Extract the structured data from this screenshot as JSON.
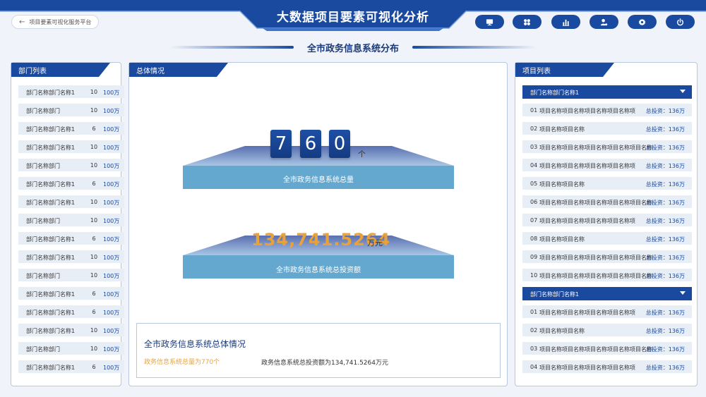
{
  "header": {
    "title": "大数据项目要素可视化分析",
    "back_label": "项目要素可视化服务平台",
    "colors": {
      "primary": "#1a4aa0",
      "accent": "#e9a23b"
    },
    "buttons": [
      {
        "icon": "monitor-icon"
      },
      {
        "icon": "apps-icon"
      },
      {
        "icon": "bar-chart-icon"
      },
      {
        "icon": "user-settings-icon"
      },
      {
        "icon": "gear-icon"
      },
      {
        "icon": "power-icon"
      }
    ]
  },
  "subtitle": "全市政务信息系统分布",
  "dept_panel": {
    "title": "部门列表",
    "rows": [
      {
        "name": "部门名称部门名称1",
        "count": "10",
        "amount": "100万"
      },
      {
        "name": "部门名称部门",
        "count": "10",
        "amount": "100万"
      },
      {
        "name": "部门名称部门名称1",
        "count": "6",
        "amount": "100万"
      },
      {
        "name": "部门名称部门名称1",
        "count": "10",
        "amount": "100万"
      },
      {
        "name": "部门名称部门",
        "count": "10",
        "amount": "100万"
      },
      {
        "name": "部门名称部门名称1",
        "count": "6",
        "amount": "100万"
      },
      {
        "name": "部门名称部门名称1",
        "count": "10",
        "amount": "100万"
      },
      {
        "name": "部门名称部门",
        "count": "10",
        "amount": "100万"
      },
      {
        "name": "部门名称部门名称1",
        "count": "6",
        "amount": "100万"
      },
      {
        "name": "部门名称部门名称1",
        "count": "10",
        "amount": "100万"
      },
      {
        "name": "部门名称部门",
        "count": "10",
        "amount": "100万"
      },
      {
        "name": "部门名称部门名称1",
        "count": "6",
        "amount": "100万"
      },
      {
        "name": "部门名称部门名称1",
        "count": "6",
        "amount": "100万"
      },
      {
        "name": "部门名称部门名称1",
        "count": "10",
        "amount": "100万"
      },
      {
        "name": "部门名称部门",
        "count": "10",
        "amount": "100万"
      },
      {
        "name": "部门名称部门名称1",
        "count": "6",
        "amount": "100万"
      }
    ]
  },
  "overview": {
    "title": "总体情况",
    "total_digits": [
      "7",
      "6",
      "0"
    ],
    "total_unit": "个",
    "total_label": "全市政务信息系统总量",
    "invest_value": "134,741.5264",
    "invest_unit": "万元",
    "invest_label": "全市政务信息系统总投资额",
    "summary_title": "全市政务信息系统总体情况",
    "summary_left": "政务信息系统总量为770个",
    "summary_right": "政务信息系统总投资额为134,741.5264万元"
  },
  "project_panel": {
    "title": "项目列表",
    "groups": [
      {
        "name": "部门名称部门名称1",
        "items": [
          {
            "idx": "01",
            "name": "项目名称项目名称项目名称项目名称项",
            "invest": "总投资：136万"
          },
          {
            "idx": "02",
            "name": "项目名称项目名称",
            "invest": "总投资：136万"
          },
          {
            "idx": "03",
            "name": "项目名称项目名称项目名称项目名称项目名称",
            "invest": "总投资：136万"
          },
          {
            "idx": "04",
            "name": "项目名称项目名称项目名称项目名称项",
            "invest": "总投资：136万"
          },
          {
            "idx": "05",
            "name": "项目名称项目名称",
            "invest": "总投资：136万"
          },
          {
            "idx": "06",
            "name": "项目名称项目名称项目名称项目名称项目名称",
            "invest": "总投资：136万"
          },
          {
            "idx": "07",
            "name": "项目名称项目名称项目名称项目名称项",
            "invest": "总投资：136万"
          },
          {
            "idx": "08",
            "name": "项目名称项目名称",
            "invest": "总投资：136万"
          },
          {
            "idx": "09",
            "name": "项目名称项目名称项目名称项目名称项目名称",
            "invest": "总投资：136万"
          },
          {
            "idx": "10",
            "name": "项目名称项目名称项目名称项目名称项目名称",
            "invest": "总投资：136万"
          }
        ]
      },
      {
        "name": "部门名称部门名称1",
        "items": [
          {
            "idx": "01",
            "name": "项目名称项目名称项目名称项目名称项",
            "invest": "总投资：136万"
          },
          {
            "idx": "02",
            "name": "项目名称项目名称",
            "invest": "总投资：136万"
          },
          {
            "idx": "03",
            "name": "项目名称项目名称项目名称项目名称项目名称",
            "invest": "总投资：136万"
          },
          {
            "idx": "04",
            "name": "项目名称项目名称项目名称项目名称项",
            "invest": "总投资：136万"
          }
        ]
      }
    ]
  }
}
